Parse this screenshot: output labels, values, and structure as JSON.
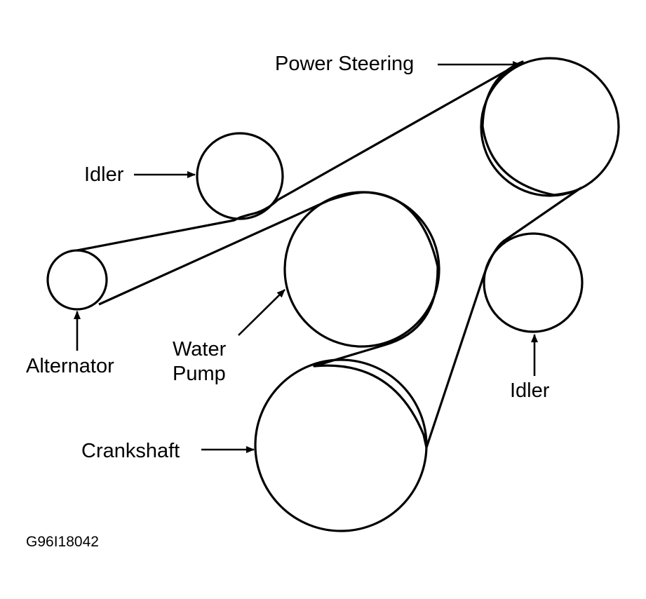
{
  "labels": {
    "power_steering": "Power Steering",
    "idler_top": "Idler",
    "alternator": "Alternator",
    "water_pump_line1": "Water",
    "water_pump_line2": "Pump",
    "idler_right": "Idler",
    "crankshaft": "Crankshaft"
  },
  "figure_id": "G96I18042"
}
